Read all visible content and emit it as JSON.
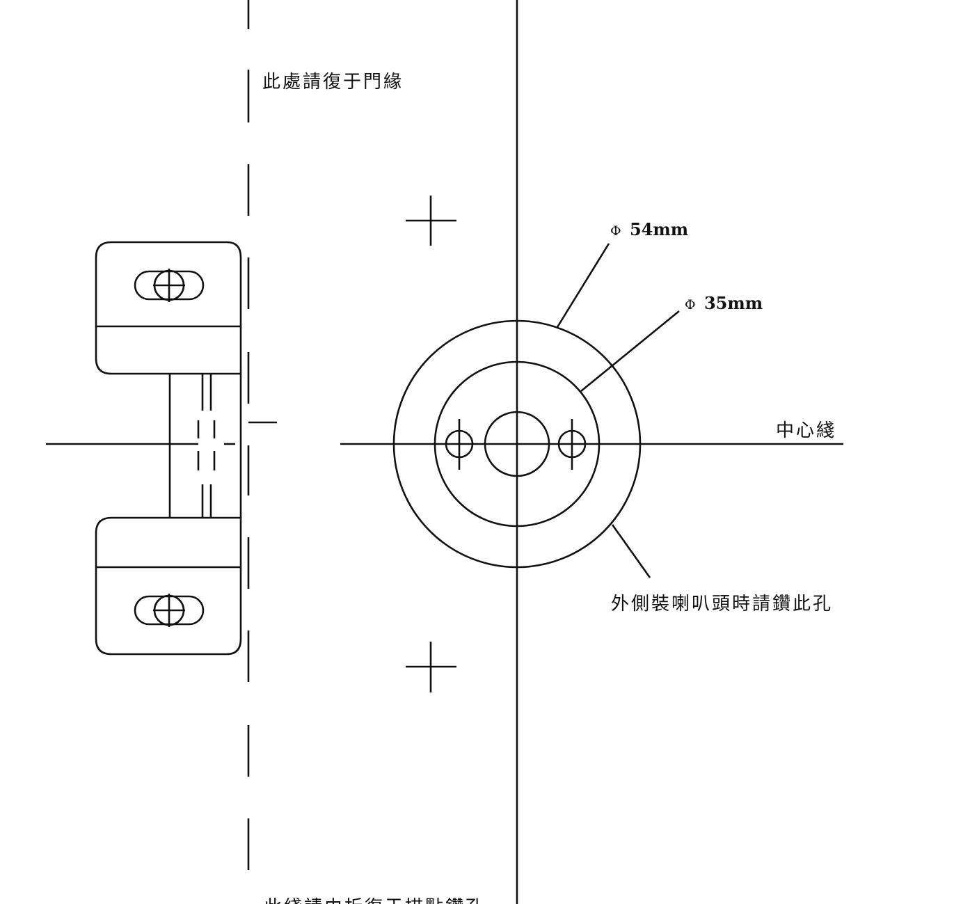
{
  "labels": {
    "door_edge_note": "此處請復于門緣",
    "fold_line_note": "此綫請由折復于描點鑽孔",
    "center_line": "中心綫",
    "outer_hole_note": "外側裝喇叭頭時請鑽此孔",
    "outer_diameter_symbol": "Φ",
    "outer_diameter_value": "54mm",
    "inner_diameter_symbol": "Φ",
    "inner_diameter_value": "35mm"
  },
  "colors": {
    "ink": "#111111",
    "paper": "#ffffff"
  }
}
